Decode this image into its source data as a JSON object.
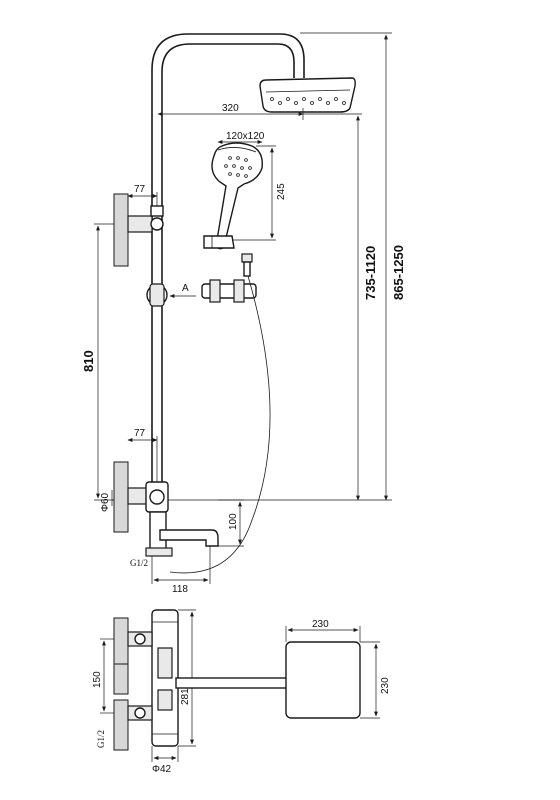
{
  "dimensions": {
    "head_reach": "320",
    "hand_shower_size": "120x120",
    "hand_shower_length": "245",
    "height_adjust_range": "735-1120",
    "total_height_range": "865-1250",
    "bracket_spacing": "810",
    "upper_wall_offset": "77",
    "lower_wall_offset": "77",
    "pipe_diameter": "Φ60",
    "spout_drop": "100",
    "thread_size": "G1/2",
    "spout_length": "118",
    "section_label": "A",
    "plan_width": "230",
    "plan_height": "230",
    "inlet_spacing": "150",
    "body_height": "281",
    "plan_thread_size": "G1/2",
    "body_diameter": "Φ42"
  }
}
